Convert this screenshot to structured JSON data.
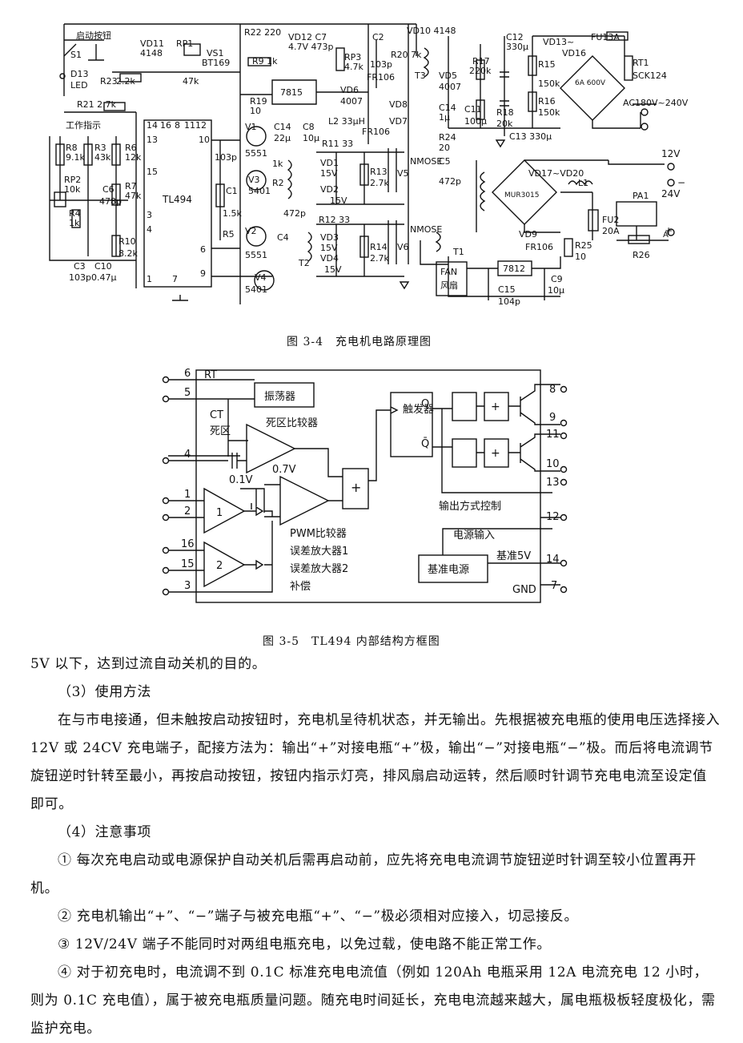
{
  "figure1": {
    "caption": "图 3-4　充电机电路原理图",
    "labels": {
      "start_btn": "启动按钮",
      "s1": "S1",
      "d13": "D13",
      "led": "LED",
      "vd11": "VD11",
      "vd11v": "4148",
      "rp1": "RP1",
      "vs1": "VS1",
      "bt169": "BT169",
      "r22": "R22 220",
      "r9": "R9 1k",
      "vd12": "VD12 C7",
      "vd12v": "4.7V 473p",
      "c2": "C2",
      "c2v": "103p",
      "rp3": "RP3",
      "rp3v": "4.7k",
      "r20": "R20 7k",
      "vd10": "VD10 4148",
      "fr106a": "FR106",
      "t3": "T3",
      "vd5": "VD5",
      "vd5v": "4007",
      "r17": "R17",
      "r17v": "220k",
      "c12": "C12",
      "c12v": "330μ",
      "vd13": "VD13~",
      "vd16": "VD16",
      "fu1": "FU13A",
      "rt1": "RT1",
      "sck": "SCK124",
      "r15": "R15",
      "r15v": "150k",
      "r16": "R16",
      "r16v": "150k",
      "br1": "6A 600V",
      "ac": "AC180V~240V",
      "c11": "C11",
      "c11v": "100μ",
      "r18": "R18",
      "r18v": "20k",
      "c13": "C13 330μ",
      "c14": "C14",
      "c14v": "1μ",
      "r23": "R23",
      "r23v": "2.2k",
      "rp1v": "47k",
      "r21": "R21 2.7k",
      "work": "工作指示",
      "r19": "R19",
      "r19v": "10",
      "u7815": "7815",
      "vd6": "VD6",
      "vd6v": "4007",
      "vd8": "VD8",
      "vd7": "VD7",
      "fr106b": "FR106",
      "c14b": "C14",
      "c14bv": "22μ",
      "c8": "C8",
      "c8v": "10μ",
      "l2": "L2 33μH",
      "r8": "R8",
      "r8v": "9.1k",
      "r3": "R3",
      "r3v": "43k",
      "r6": "R6",
      "r6v": "12k",
      "rp2": "RP2",
      "rp2v": "10k",
      "r4": "R4",
      "r4v": "1k",
      "c6": "C6",
      "c6v": "478p",
      "r7": "R7",
      "r7v": "47k",
      "r10": "R10",
      "r10v": "8.2k",
      "c3": "C3",
      "c3v": "103p",
      "c10": "C10",
      "c10v": "0.47μ",
      "ic": "TL494",
      "v1": "V1",
      "v3": "V3",
      "v3v": "5401",
      "v2": "V2",
      "v4": "V4",
      "v4v": "5401",
      "q5551a": "5551",
      "q5551b": "5551",
      "c1": "C1",
      "c1v": "103p",
      "r5": "R5",
      "r5v": "1.5k",
      "c4": "C4",
      "c4v": "472p",
      "r2": "R2",
      "r2v": "1k",
      "r11": "R11 33",
      "vd1": "VD1",
      "vd1v": "15V",
      "vd2": "VD2",
      "vd2v": "15V",
      "r13": "R13",
      "r13v": "2.7k",
      "v5": "V5",
      "nmos1": "NMOSE",
      "r12": "R12 33",
      "vd3": "VD3",
      "vd3v": "15V",
      "vd4": "VD4",
      "vd4v": "15V",
      "r14": "R14",
      "r14v": "2.7k",
      "v6": "V6",
      "nmos2": "NMOSE",
      "t2": "T2",
      "t1": "T1",
      "r24": "R24",
      "r24v": "20",
      "c5": "C5",
      "c5v": "472p",
      "vd17": "VD17~VD20",
      "l1": "L1",
      "mur": "MUR3015",
      "vd9": "VD9",
      "fr106c": "FR106",
      "fu2": "FU2",
      "fu2v": "20A",
      "r25": "R25",
      "r25v": "10",
      "pa1": "PA1",
      "r26": "R26",
      "out12": "12V",
      "out24": "24V",
      "minus": "−",
      "plus": "+",
      "fan": "FAN",
      "fan_cn": "风扇",
      "u7812": "7812",
      "c15": "C15",
      "c15v": "104p",
      "c9": "C9",
      "c9v": "10μ",
      "pins": [
        "14",
        "16",
        "8",
        "11",
        "12",
        "13",
        "15",
        "3",
        "4",
        "1",
        "7",
        "10",
        "6",
        "9"
      ]
    }
  },
  "figure2": {
    "caption": "图 3-5　TL494 内部结构方框图",
    "labels": {
      "rt": "RT",
      "ct": "CT",
      "oscillator": "振荡器",
      "deadzone_cmp": "死区比较器",
      "deadzone": "死区",
      "v01": "0.1V",
      "v07": "0.7V",
      "trigger": "触发器",
      "q": "Q",
      "qbar": "Q̄",
      "out_ctrl": "输出方式控制",
      "pwr_in": "电源输入",
      "vref_box": "基准电源",
      "vref": "基准5V",
      "gnd": "GND",
      "pwm": "PWM比较器",
      "err1": "误差放大器1",
      "err2": "误差放大器2",
      "comp": "补偿",
      "amp1": "1",
      "amp2": "2",
      "pins_left": [
        "6",
        "5",
        "4",
        "1",
        "2",
        "16",
        "15",
        "3"
      ],
      "pins_right": [
        "8",
        "9",
        "11",
        "10",
        "13",
        "12",
        "14",
        "7"
      ]
    }
  },
  "text": {
    "line0": "5V 以下，达到过流自动关机的目的。",
    "h3": "（3）使用方法",
    "p3": "在与市电接通，但未触按启动按钮时，充电机呈待机状态，并无输出。先根据被充电瓶的使用电压选择接入 12V 或 24CV 充电端子，配接方法为：输出“+”对接电瓶“+”极，输出“−”对接电瓶“−”极。而后将电流调节旋钮逆时针转至最小，再按启动按钮，按钮内指示灯亮，排风扇启动运转，然后顺时针调节充电电流至设定值即可。",
    "h4": "（4）注意事项",
    "n1": "① 每次充电启动或电源保护自动关机后需再启动前，应先将充电电流调节旋钮逆时针调至较小位置再开机。",
    "n2": "② 充电机输出“+”、“−”端子与被充电瓶“+”、“−”极必须相对应接入，切忌接反。",
    "n3": "③ 12V/24V 端子不能同时对两组电瓶充电，以免过载，使电路不能正常工作。",
    "n4": "④ 对于初充电时，电流调不到 0.1C 标准充电电流值（例如 120Ah 电瓶采用 12A 电流充电 12 小时，则为 0.1C 充电值），属于被充电瓶质量问题。随充电时间延长，充电电流越来越大，属电瓶极板轻度极化，需监护充电。"
  }
}
